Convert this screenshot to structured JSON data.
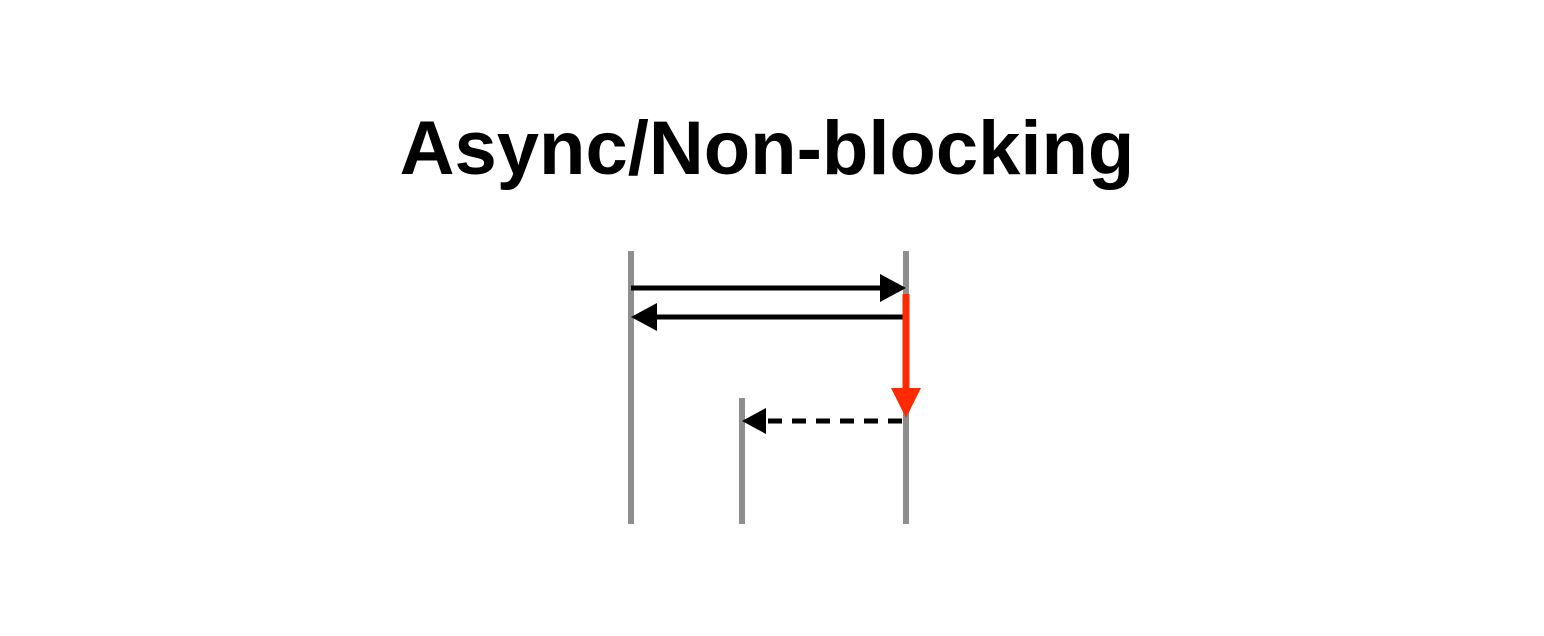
{
  "title": "Async/Non-blocking",
  "colors": {
    "lifeline": "#8e8e8e",
    "message": "#000000",
    "async_flow": "#ff2a00",
    "background": "#ffffff"
  },
  "diagram": {
    "lifelines": [
      {
        "id": "caller"
      },
      {
        "id": "callback-receiver"
      },
      {
        "id": "callee"
      }
    ],
    "messages": [
      {
        "from": "caller",
        "to": "callee",
        "style": "solid",
        "direction": "right"
      },
      {
        "from": "callee",
        "to": "caller",
        "style": "solid",
        "direction": "left"
      },
      {
        "from": "callee",
        "to": "callee",
        "style": "solid",
        "direction": "down",
        "color": "async_flow"
      },
      {
        "from": "callee",
        "to": "callback-receiver",
        "style": "dashed",
        "direction": "left"
      }
    ]
  }
}
